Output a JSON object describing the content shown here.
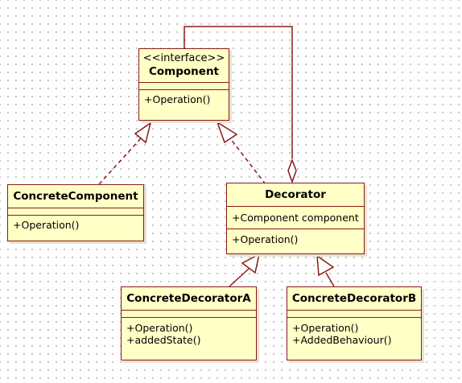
{
  "colors": {
    "class_fill": "#ffffc6",
    "class_border": "#8b1a1a",
    "connector": "#8b1a1a"
  },
  "classes": {
    "component": {
      "stereotype": "<<interface>>",
      "name": "Component",
      "operations": [
        "+Operation()"
      ]
    },
    "concrete_component": {
      "name": "ConcreteComponent",
      "operations": [
        "+Operation()"
      ]
    },
    "decorator": {
      "name": "Decorator",
      "attributes": [
        "+Component component"
      ],
      "operations": [
        "+Operation()"
      ]
    },
    "concrete_decorator_a": {
      "name": "ConcreteDecoratorA",
      "operations": [
        "+Operation()",
        "+addedState()"
      ]
    },
    "concrete_decorator_b": {
      "name": "ConcreteDecoratorB",
      "operations": [
        "+Operation()",
        "+AddedBehaviour()"
      ]
    }
  },
  "relations": [
    {
      "type": "realization",
      "from": "ConcreteComponent",
      "to": "Component"
    },
    {
      "type": "realization",
      "from": "Decorator",
      "to": "Component"
    },
    {
      "type": "aggregation",
      "from": "Decorator",
      "to": "Component"
    },
    {
      "type": "generalization",
      "from": "ConcreteDecoratorA",
      "to": "Decorator"
    },
    {
      "type": "generalization",
      "from": "ConcreteDecoratorB",
      "to": "Decorator"
    }
  ]
}
